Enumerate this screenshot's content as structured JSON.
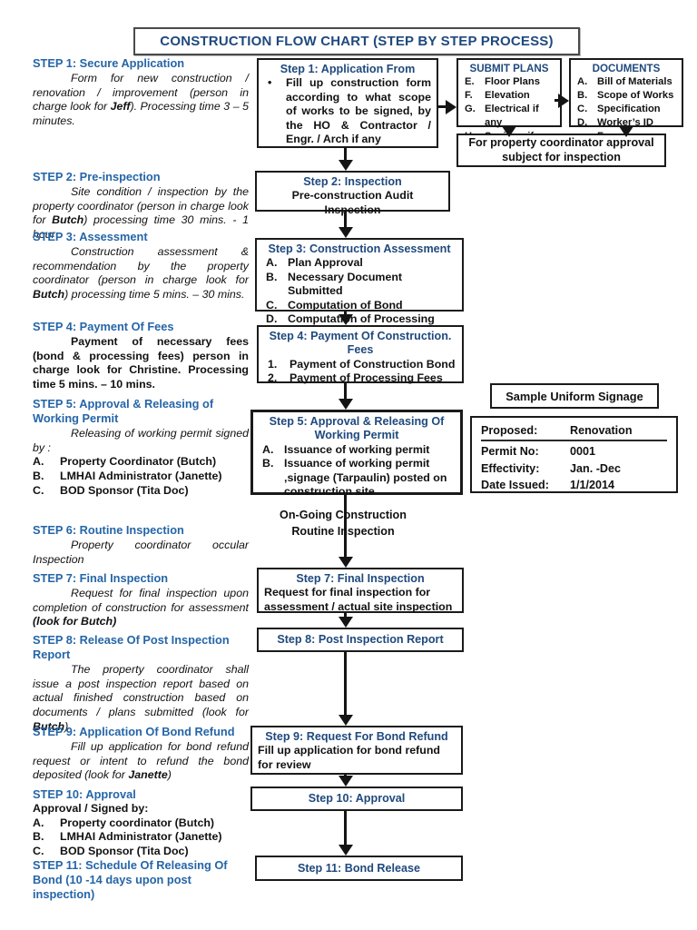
{
  "page": {
    "title": "CONSTRUCTION FLOW CHART  (STEP BY STEP PROCESS)"
  },
  "colors": {
    "heading_blue_left": "#2565A7",
    "heading_blue_boxes": "#1F497D",
    "border_black": "#1a1a1a",
    "title_border_gray": "#4a4a4a"
  },
  "left": {
    "steps": [
      {
        "title": "STEP 1: Secure Application",
        "seg": [
          {
            "t": "Form for new construction / renovation / improvement (person in charge look for "
          },
          {
            "t": "Jeff"
          },
          {
            "t": "). Processing time 3 – 5 minutes."
          }
        ]
      },
      {
        "title": "STEP 2: Pre-inspection",
        "seg": [
          {
            "t": "Site condition / inspection by the property coordinator (person in charge look for "
          },
          {
            "t": "Butch"
          },
          {
            "t": ") processing time 30 mins. - 1 hour"
          }
        ]
      },
      {
        "title": "STEP 3: Assessment",
        "seg": [
          {
            "t": "Construction assessment & recommendation by the property coordinator (person in charge look for "
          },
          {
            "t": "Butch"
          },
          {
            "t": ") processing time 5 mins. – 30 mins."
          }
        ]
      },
      {
        "title": "STEP 4: Payment Of Fees",
        "seg": [
          {
            "t": "Payment of necessary fees (bond & processing fees) person in charge look for Christine. Processing time 5 mins. – 10 mins."
          }
        ]
      },
      {
        "title": "STEP 5: Approval & Releasing of Working Permit",
        "intro": "Releasing of working permit signed by :",
        "items": [
          {
            "m": "A.",
            "t": "Property Coordinator (Butch)"
          },
          {
            "m": "B.",
            "t": "LMHAI Administrator (Janette)"
          },
          {
            "m": "C.",
            "t": "BOD Sponsor (Tita Doc)"
          }
        ]
      },
      {
        "title": "STEP 6: Routine Inspection",
        "seg": [
          {
            "t": "Property coordinator occular Inspection"
          }
        ]
      },
      {
        "title": "STEP 7: Final Inspection",
        "seg": [
          {
            "t": "Request for final inspection upon completion of construction for assessment "
          },
          {
            "t": "(look for Butch)"
          }
        ]
      },
      {
        "title": "STEP 8: Release Of Post Inspection Report",
        "seg": [
          {
            "t": "The property coordinator shall issue a post inspection report based on actual finished construction based on documents / plans submitted (look for "
          },
          {
            "t": "Butch"
          },
          {
            "t": ")"
          }
        ]
      },
      {
        "title": "STEP 9: Application Of Bond Refund",
        "seg": [
          {
            "t": "Fill up application for bond refund request or intent to refund the bond deposited (look for "
          },
          {
            "t": "Janette"
          },
          {
            "t": ")"
          }
        ]
      },
      {
        "title": "STEP 10: Approval",
        "intro": "Approval / Signed by:",
        "items": [
          {
            "m": "A.",
            "t": "Property coordinator (Butch)"
          },
          {
            "m": "B.",
            "t": "LMHAI Administrator (Janette)"
          },
          {
            "m": "C.",
            "t": "BOD Sponsor (Tita Doc)"
          }
        ]
      },
      {
        "title": "STEP 11: Schedule Of Releasing Of Bond (10 -14 days upon post inspection)"
      }
    ]
  },
  "flow": {
    "box1": {
      "title": "Step 1: Application From",
      "bullet": "•",
      "text": "Fill up construction form according to what scope of works to be signed, by the HO & Contractor / Engr. / Arch  if any"
    },
    "box2": {
      "title": "Step 2: Inspection",
      "text": "Pre-construction Audit Inspection"
    },
    "box3": {
      "title": "Step 3: Construction Assessment",
      "items": [
        {
          "m": "A.",
          "t": "Plan Approval"
        },
        {
          "m": "B.",
          "t": "Necessary Document Submitted"
        },
        {
          "m": "C.",
          "t": "Computation of Bond"
        },
        {
          "m": "D.",
          "t": "Computation of Processing Fees"
        }
      ]
    },
    "box4": {
      "title_line1": "Step 4: Payment Of Construction.",
      "title_line2": "Fees",
      "items": [
        {
          "m": "1.",
          "t": "Payment of Construction Bond"
        },
        {
          "m": "2.",
          "t": "Payment of Processing Fees"
        }
      ]
    },
    "box5": {
      "title_line1": "Step 5: Approval & Releasing Of",
      "title_line2": "Working Permit",
      "items": [
        {
          "m": "A.",
          "t": "Issuance of working permit"
        },
        {
          "m": "B.",
          "t": "Issuance of working permit ,signage (Tarpaulin) posted on construction site"
        }
      ]
    },
    "ongoing": {
      "line1": "On-Going Construction",
      "line2": "Routine Inspection"
    },
    "box7": {
      "title": "Step 7: Final Inspection",
      "text": "Request for final inspection for assessment / actual site inspection"
    },
    "box8": {
      "title": "Step 8: Post Inspection Report"
    },
    "box9": {
      "title": "Step 9: Request For Bond Refund",
      "text": "Fill up application for bond refund for review"
    },
    "box10": {
      "title": "Step 10: Approval"
    },
    "box11": {
      "title": "Step 11: Bond Release"
    }
  },
  "right": {
    "submit_plans": {
      "title": "SUBMIT PLANS",
      "items": [
        {
          "m": "E.",
          "t": "Floor Plans"
        },
        {
          "m": "F.",
          "t": "Elevation"
        },
        {
          "m": "G.",
          "t": "Electrical if any"
        },
        {
          "m": "H.",
          "t": "Sanitary if any"
        }
      ]
    },
    "documents": {
      "title": "DOCUMENTS",
      "items": [
        {
          "m": "A.",
          "t": "Bill of Materials"
        },
        {
          "m": "B.",
          "t": "Scope of Works"
        },
        {
          "m": "C.",
          "t": "Specification"
        },
        {
          "m": "D.",
          "t": "Worker’s ID Form"
        }
      ]
    },
    "approval_note": "For property coordinator approval subject for inspection",
    "signage_title": "Sample Uniform Signage",
    "signage": {
      "rows": [
        {
          "label": "Proposed:",
          "value": "Renovation"
        },
        {
          "label": "Permit No:",
          "value": "0001"
        },
        {
          "label": "Effectivity:",
          "value": "Jan. -Dec"
        },
        {
          "label": "Date Issued:",
          "value": "1/1/2014"
        }
      ]
    }
  }
}
